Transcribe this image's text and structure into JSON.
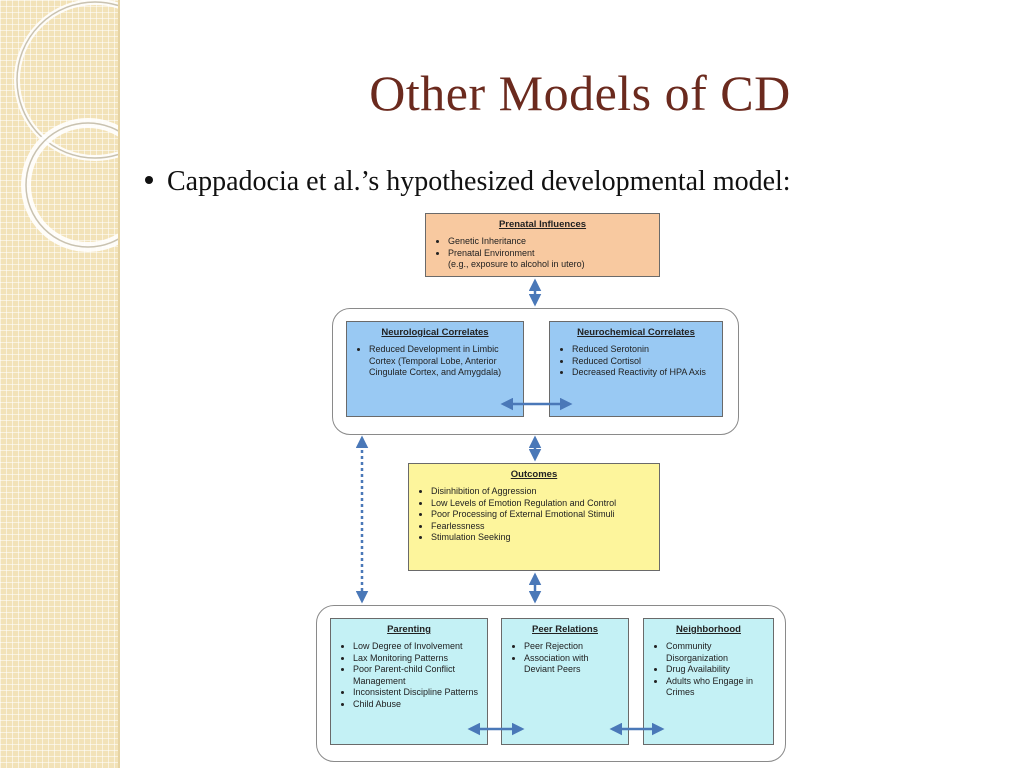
{
  "slide": {
    "title": "Other Models of CD",
    "bullet": "Cappadocia et al.’s hypothesized developmental model:"
  },
  "diagram": {
    "prenatal": {
      "title": "Prenatal Influences",
      "items": [
        "Genetic Inheritance",
        "Prenatal Environment",
        "(e.g., exposure to alcohol in utero)"
      ]
    },
    "neurological": {
      "title": "Neurological Correlates",
      "items": [
        "Reduced Development in Limbic Cortex (Temporal Lobe, Anterior Cingulate Cortex, and Amygdala)"
      ]
    },
    "neurochemical": {
      "title": "Neurochemical Correlates",
      "items": [
        "Reduced Serotonin",
        "Reduced Cortisol",
        "Decreased Reactivity of HPA Axis"
      ]
    },
    "outcomes": {
      "title": "Outcomes",
      "items": [
        "Disinhibition of Aggression",
        "Low Levels of Emotion Regulation and Control",
        "Poor Processing of External Emotional Stimuli",
        "Fearlessness",
        "Stimulation Seeking"
      ]
    },
    "parenting": {
      "title": "Parenting",
      "items": [
        "Low Degree of Involvement",
        "Lax Monitoring Patterns",
        "Poor Parent-child Conflict Management",
        "Inconsistent Discipline Patterns",
        "Child Abuse"
      ]
    },
    "peer": {
      "title": "Peer Relations",
      "items": [
        "Peer Rejection",
        "Association with Deviant Peers"
      ]
    },
    "neighborhood": {
      "title": "Neighborhood",
      "items": [
        "Community Disorganization",
        "Drug Availability",
        "Adults who Engage in Crimes"
      ]
    },
    "colors": {
      "prenatal": "#f8c9a0",
      "neuro": "#99c9f3",
      "outcomes": "#fdf59c",
      "social": "#c4f1f5",
      "arrow": "#4a78b8"
    }
  }
}
